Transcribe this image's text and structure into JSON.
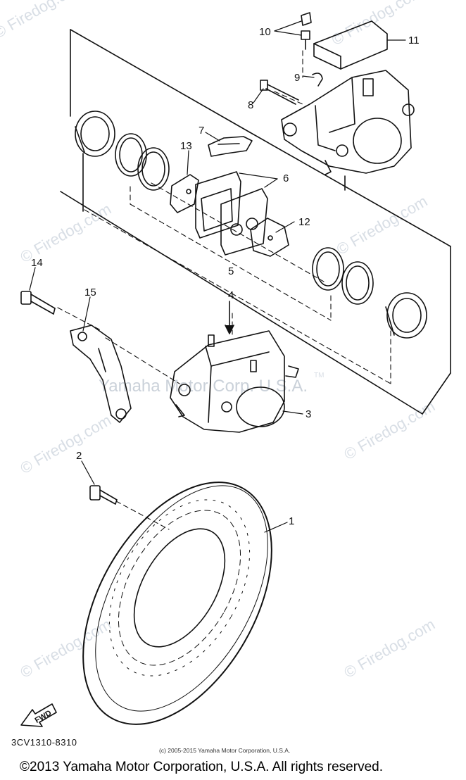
{
  "diagram": {
    "part_code": "3CV1310-8310",
    "fwd_label": "FWD",
    "callouts": [
      "1",
      "2",
      "3",
      "4",
      "5",
      "6",
      "7",
      "8",
      "9",
      "10",
      "11",
      "12",
      "13",
      "14",
      "15"
    ],
    "watermark_site": "© Firedog.com",
    "watermark_corp": "Yamaha Motor Corp. U.S.A.",
    "watermark_tm": "TM",
    "small_copyright": "(c) 2005-2015 Yamaha Motor Corporation, U.S.A.",
    "copyright": "©2013 Yamaha Motor Corporation, U.S.A. All rights reserved."
  }
}
